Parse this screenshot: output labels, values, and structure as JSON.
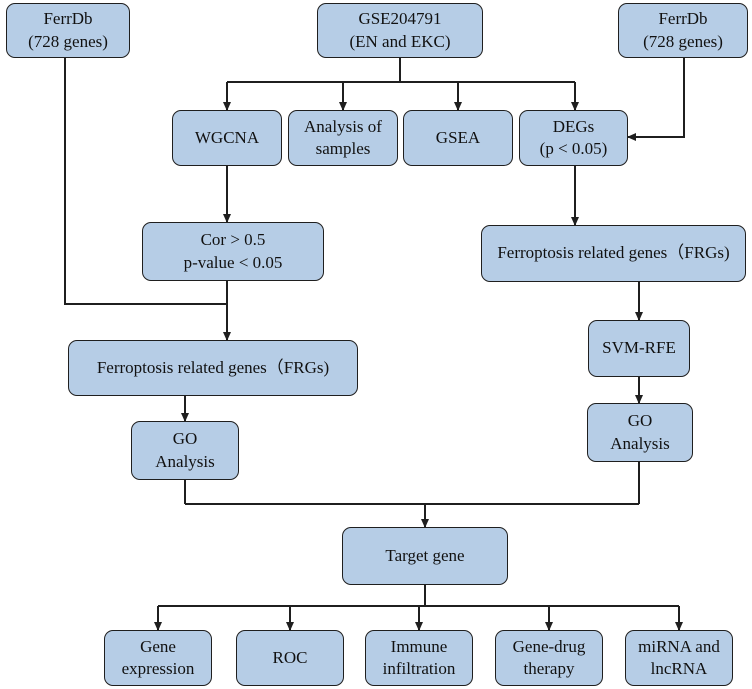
{
  "nodes": {
    "ferrdb_left": {
      "lines": [
        "FerrDb",
        "(728 genes)"
      ]
    },
    "gse": {
      "lines": [
        "GSE204791",
        "(EN and EKC)"
      ]
    },
    "ferrdb_right": {
      "lines": [
        "FerrDb",
        "(728 genes)"
      ]
    },
    "wgcna": {
      "lines": [
        "WGCNA"
      ]
    },
    "analysis": {
      "lines": [
        "Analysis of",
        "samples"
      ]
    },
    "gsea": {
      "lines": [
        "GSEA"
      ]
    },
    "degs": {
      "lines": [
        "DEGs",
        "(p < 0.05)"
      ]
    },
    "cor": {
      "lines": [
        "Cor > 0.5",
        "p-value < 0.05"
      ]
    },
    "frgs_right": {
      "lines": [
        "Ferroptosis related genes（FRGs)"
      ]
    },
    "frgs_left": {
      "lines": [
        "Ferroptosis related genes（FRGs)"
      ]
    },
    "svm": {
      "lines": [
        "SVM-RFE"
      ]
    },
    "go_left": {
      "lines": [
        "GO",
        "Analysis"
      ]
    },
    "go_right": {
      "lines": [
        "GO",
        "Analysis"
      ]
    },
    "target": {
      "lines": [
        "Target gene"
      ]
    },
    "gene_expr": {
      "lines": [
        "Gene",
        "expression"
      ]
    },
    "roc": {
      "lines": [
        "ROC"
      ]
    },
    "immune": {
      "lines": [
        "Immune",
        "infiltration"
      ]
    },
    "gene_drug": {
      "lines": [
        "Gene-drug",
        "therapy"
      ]
    },
    "mirna": {
      "lines": [
        "miRNA and",
        "lncRNA"
      ]
    }
  },
  "colors": {
    "box_fill": "#b6cde6",
    "stroke": "#1f1f1f",
    "background": "#ffffff"
  }
}
